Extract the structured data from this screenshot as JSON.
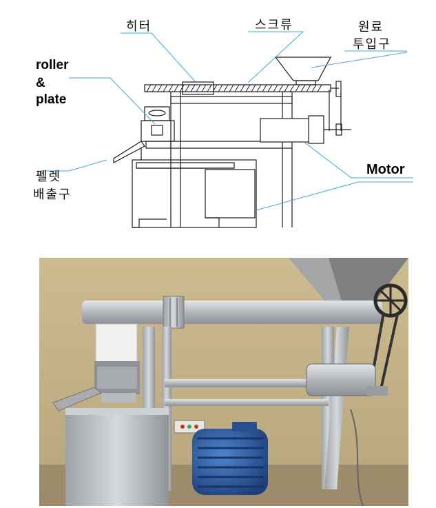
{
  "labels": {
    "heater": "히터",
    "screw": "스크류",
    "hopper_line1": "원료",
    "hopper_line2": "투입구",
    "roller_line1": "roller",
    "roller_line2": "&",
    "roller_line3": "plate",
    "pellet_line1": "펠렛",
    "pellet_line2": "배출구",
    "motor": "Motor"
  },
  "colors": {
    "leader_line": "#3aaaf0",
    "drawing_line": "#1a1a1a",
    "photo_wall": "#c7b48a",
    "photo_floor": "#8a7a5e",
    "metal": "#b9bcc0",
    "motor_blue": "#2d5fa8"
  }
}
